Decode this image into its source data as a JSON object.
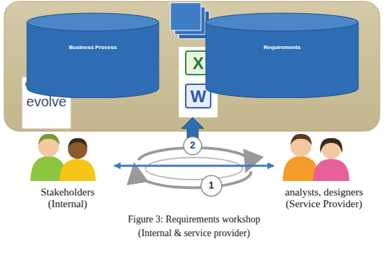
{
  "diagram": {
    "caption": "Figure 3: Requirements workshop (Internal & service provider)",
    "nodes": [
      {
        "text": [
          "Business Process"
        ]
      },
      {
        "text": [
          "Requirements"
        ]
      },
      {
        "text": [
          "Stakeholders (Internal)"
        ]
      },
      {
        "text": [
          "analysts, designers (Service Provider)"
        ]
      }
    ],
    "edges": [
      {
        "from": 2,
        "to": 3,
        "arrow": "both"
      }
    ],
    "labels": [
      "evolve",
      "X",
      "W",
      "2",
      "1"
    ]
  }
}
